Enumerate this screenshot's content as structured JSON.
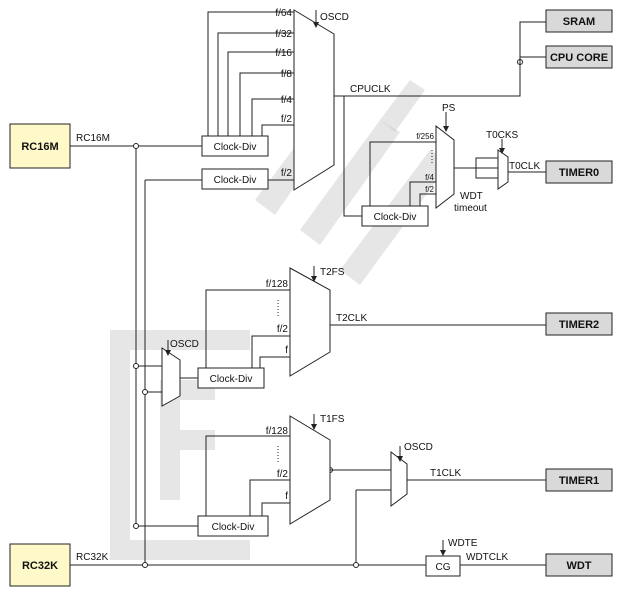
{
  "sources": {
    "rc16m": "RC16M",
    "rc32k": "RC32K"
  },
  "destinations": {
    "sram": "SRAM",
    "cpu_core": "CPU CORE",
    "timer0": "TIMER0",
    "timer2": "TIMER2",
    "timer1": "TIMER1",
    "wdt": "WDT"
  },
  "blocks": {
    "clock_div": "Clock-Div",
    "cg": "CG"
  },
  "signals": {
    "rc16m": "RC16M",
    "rc32k": "RC32K",
    "cpuclk": "CPUCLK",
    "t0clk": "T0CLK",
    "t2clk": "T2CLK",
    "t1clk": "T1CLK",
    "wdtclk": "WDTCLK",
    "wdt_timeout_1": "WDT",
    "wdt_timeout_2": "timeout"
  },
  "controls": {
    "oscd": "OSCD",
    "ps": "PS",
    "t0cks": "T0CKS",
    "t2fs": "T2FS",
    "t1fs": "T1FS",
    "wdte": "WDTE"
  },
  "cpu_mux_inputs": [
    "f/64",
    "f/32",
    "f/16",
    "f/8",
    "f/4",
    "f/2",
    "f/2"
  ],
  "wdt_mux_inputs": [
    "f/256",
    "f/4",
    "f/2"
  ],
  "timer2_mux_inputs": [
    "f/128",
    "f/2",
    "f"
  ],
  "timer1_mux_inputs": [
    "f/128",
    "f/2",
    "f"
  ]
}
